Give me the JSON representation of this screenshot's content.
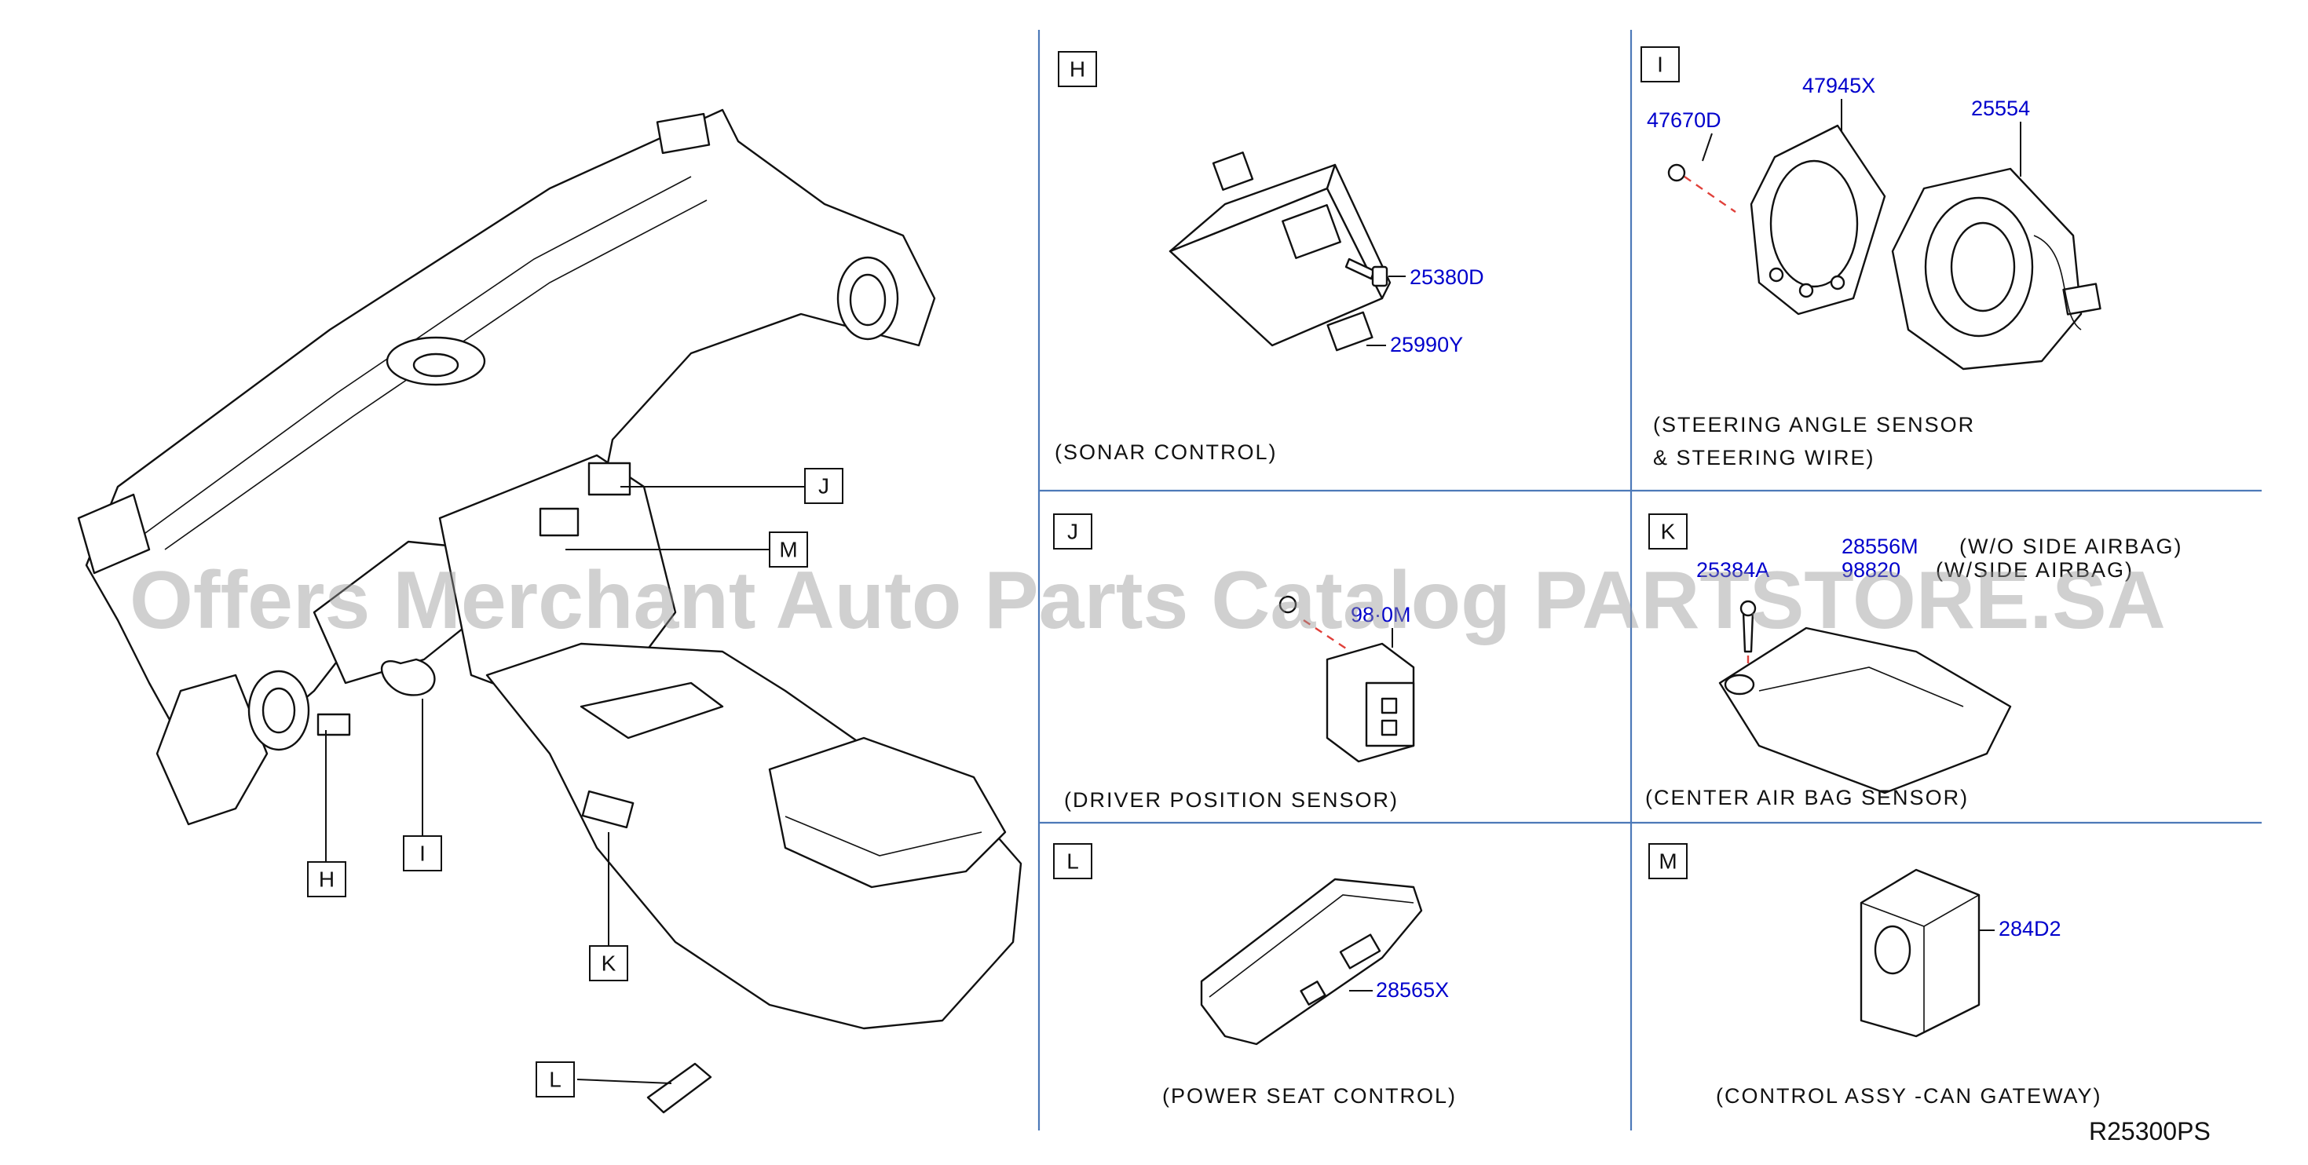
{
  "diagram_code": "R25300PS",
  "watermark": "Offers Merchant Auto Parts Catalog PARTSTORE.SA",
  "overview_callouts": [
    {
      "letter": "H",
      "name": "callout-h"
    },
    {
      "letter": "I",
      "name": "callout-i"
    },
    {
      "letter": "J",
      "name": "callout-j"
    },
    {
      "letter": "K",
      "name": "callout-k"
    },
    {
      "letter": "L",
      "name": "callout-l"
    },
    {
      "letter": "M",
      "name": "callout-m"
    }
  ],
  "panels": {
    "H": {
      "letter": "H",
      "caption": "(SONAR CONTROL)",
      "parts": [
        "25380D",
        "25990Y"
      ]
    },
    "I": {
      "letter": "I",
      "caption_line1": "(STEERING ANGLE SENSOR",
      "caption_line2": "& STEERING WIRE)",
      "parts": [
        "47670D",
        "47945X",
        "25554"
      ]
    },
    "J": {
      "letter": "J",
      "caption": "(DRIVER POSITION SENSOR)",
      "parts": [
        "98·0M"
      ]
    },
    "K": {
      "letter": "K",
      "caption": "(CENTER AIR BAG SENSOR)",
      "parts": [
        "28556M",
        "25384A",
        "98820"
      ],
      "notes": [
        "(W/O SIDE AIRBAG)",
        "(W/SIDE AIRBAG)"
      ]
    },
    "L": {
      "letter": "L",
      "caption": "(POWER SEAT CONTROL)",
      "parts": [
        "28565X"
      ]
    },
    "M": {
      "letter": "M",
      "caption": "(CONTROL ASSY -CAN GATEWAY)",
      "parts": [
        "284D2"
      ]
    }
  },
  "colors": {
    "part_number": "#0000cc",
    "grid": "#4d79b8",
    "leader_red": "#e0403a"
  }
}
